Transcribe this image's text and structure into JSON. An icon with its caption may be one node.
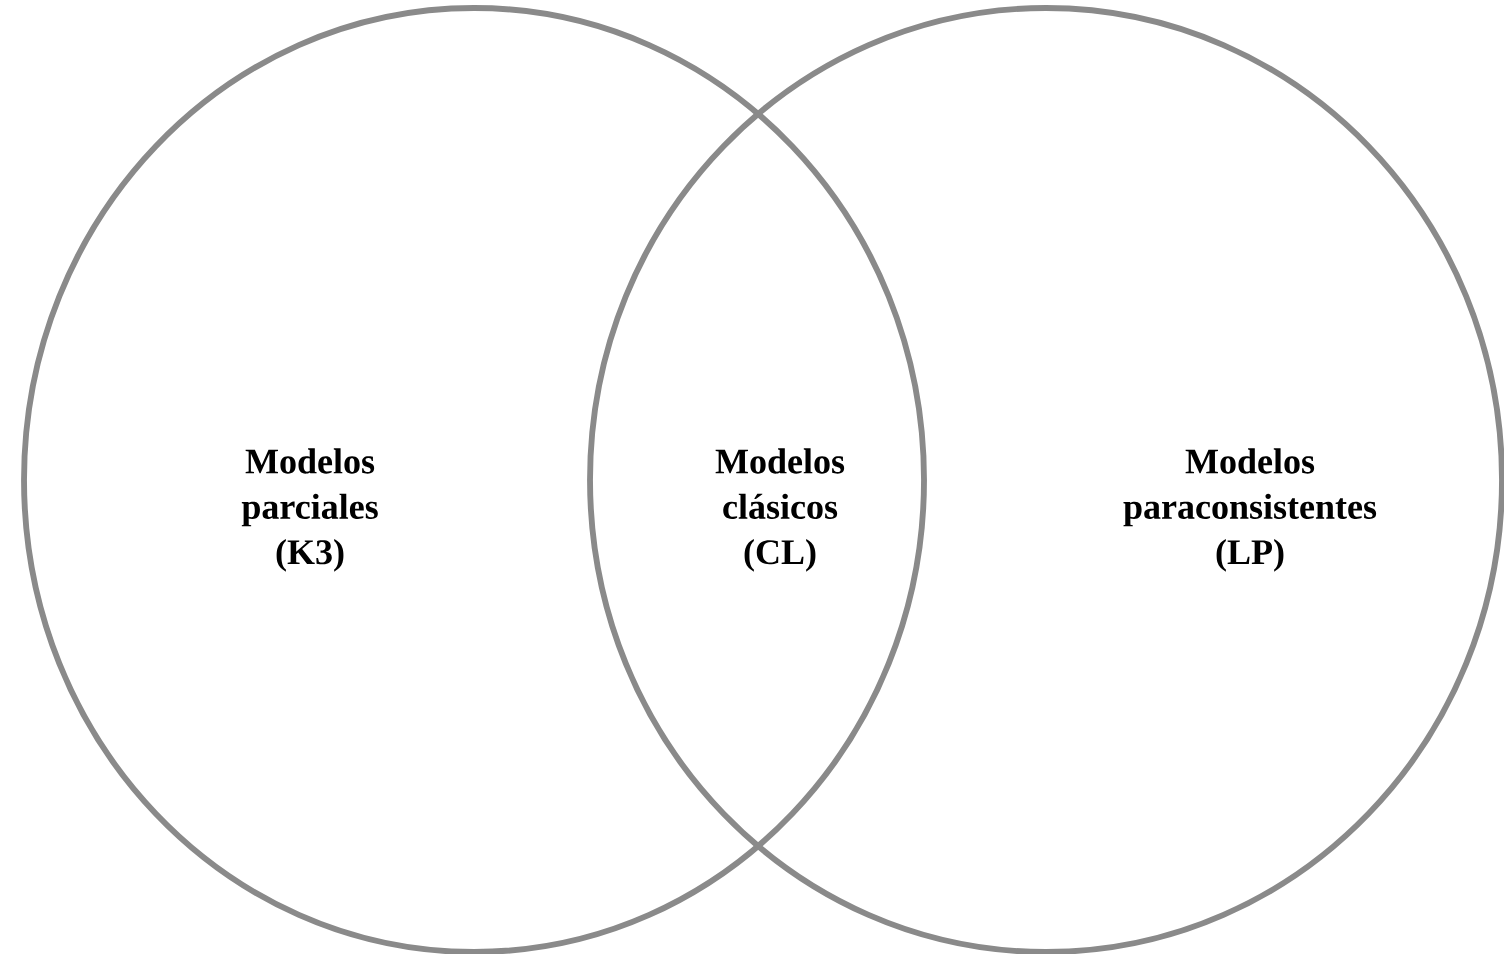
{
  "diagram": {
    "nodes": [
      {
        "text": [
          "Modelos parciales (K3)"
        ]
      },
      {
        "text": [
          "Modelos paraconsistentes (LP)"
        ]
      }
    ],
    "labels": [
      "Modelos clásicos (CL)"
    ]
  }
}
